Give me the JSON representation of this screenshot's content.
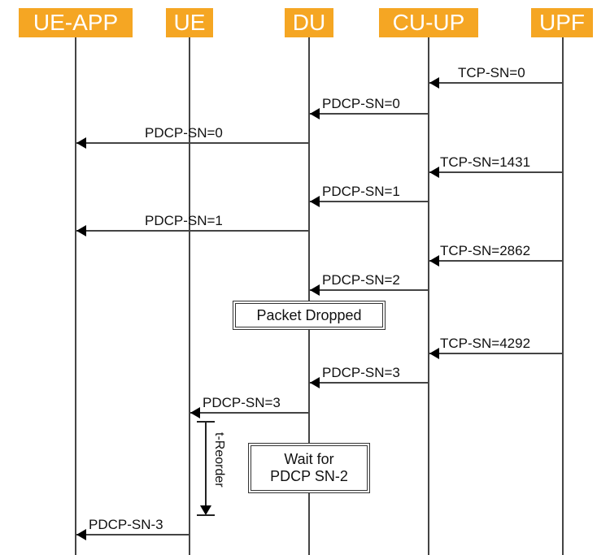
{
  "lanes": {
    "ue_app": "UE-APP",
    "ue": "UE",
    "du": "DU",
    "cu_up": "CU-UP",
    "upf": "UPF"
  },
  "messages": [
    {
      "from": "UPF",
      "to": "CU-UP",
      "label": "TCP-SN=0"
    },
    {
      "from": "CU-UP",
      "to": "DU",
      "label": "PDCP-SN=0"
    },
    {
      "from": "DU",
      "to": "UE-APP",
      "label": "PDCP-SN=0"
    },
    {
      "from": "UPF",
      "to": "CU-UP",
      "label": "TCP-SN=1431"
    },
    {
      "from": "CU-UP",
      "to": "DU",
      "label": "PDCP-SN=1"
    },
    {
      "from": "DU",
      "to": "UE-APP",
      "label": "PDCP-SN=1"
    },
    {
      "from": "UPF",
      "to": "CU-UP",
      "label": "TCP-SN=2862"
    },
    {
      "from": "CU-UP",
      "to": "DU",
      "label": "PDCP-SN=2"
    },
    {
      "from": "UPF",
      "to": "CU-UP",
      "label": "TCP-SN=4292"
    },
    {
      "from": "CU-UP",
      "to": "DU",
      "label": "PDCP-SN=3"
    },
    {
      "from": "DU",
      "to": "UE",
      "label": "PDCP-SN=3"
    },
    {
      "from": "UE",
      "to": "UE-APP",
      "label": "PDCP-SN-3"
    }
  ],
  "notes": {
    "packet_dropped": "Packet Dropped",
    "wait_line1": "Wait for",
    "wait_line2": "PDCP SN-2"
  },
  "timer": {
    "label": "t-Reorder"
  },
  "colors": {
    "lane_fill": "#f5a623",
    "lane_text": "#ffffff",
    "line": "#444444",
    "arrowhead": "#000000"
  }
}
